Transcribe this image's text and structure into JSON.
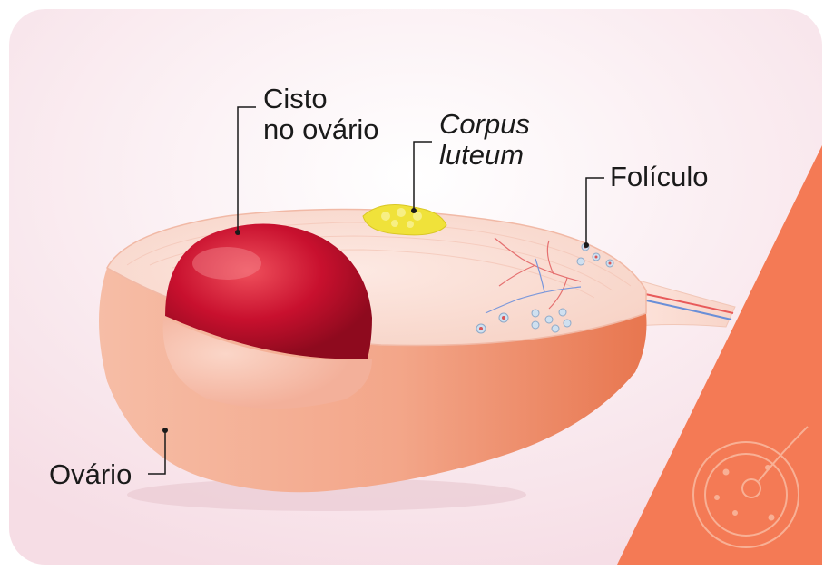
{
  "labels": {
    "cyst": [
      "Cisto",
      "no ovário"
    ],
    "corpus": [
      "Corpus",
      "luteum"
    ],
    "follicle": "Folículo",
    "ovary": "Ovário"
  },
  "colors": {
    "background": "#f9e6ec",
    "accent": "#f47a55",
    "ovary": "#f2a183",
    "cyst": "#c8102e",
    "corpus_luteum": "#f0e23a",
    "leader": "#1a1a1a"
  }
}
